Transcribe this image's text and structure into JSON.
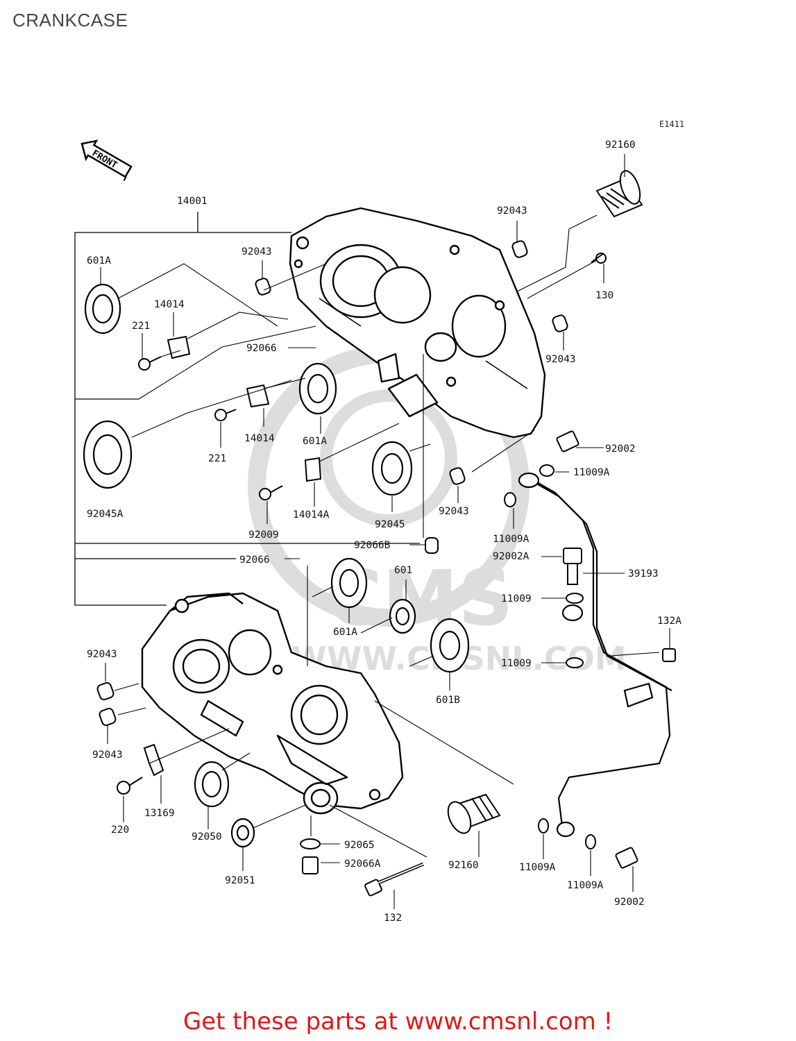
{
  "header": {
    "title": "CRANKCASE",
    "diagram_code": "E1411"
  },
  "front_marker": {
    "label": "FRONT"
  },
  "watermark": {
    "brand": "CMS",
    "url": "WWW.CMSNL.COM"
  },
  "parts": {
    "p14001": "14001",
    "p601A_a": "601A",
    "p14014_a": "14014",
    "p221_a": "221",
    "p92066_a": "92066",
    "p92043_a": "92043",
    "p92043_b": "92043",
    "p92160_a": "92160",
    "p130": "130",
    "p92043_c": "92043",
    "p601A_b": "601A",
    "p14014_b": "14014",
    "p221_b": "221",
    "p92045A": "92045A",
    "p14014A": "14014A",
    "p92009": "92009",
    "p92045": "92045",
    "p92043_d": "92043",
    "p92002_a": "92002",
    "p11009A_a": "11009A",
    "p11009A_b": "11009A",
    "p92066B": "92066B",
    "p92066_b": "92066",
    "p601": "601",
    "p92002A": "92002A",
    "p39193": "39193",
    "p11009_a": "11009",
    "p601A_c": "601A",
    "p132A": "132A",
    "p11009_b": "11009",
    "p601B": "601B",
    "p92043_e": "92043",
    "p92043_f": "92043",
    "p13169": "13169",
    "p220": "220",
    "p92050": "92050",
    "p92065": "92065",
    "p92066A": "92066A",
    "p92051": "92051",
    "p132": "132",
    "p92160_b": "92160",
    "p11009A_c": "11009A",
    "p11009A_d": "11009A",
    "p92002_b": "92002"
  },
  "footer": {
    "link_text": "Get these parts at www.cmsnl.com !"
  }
}
